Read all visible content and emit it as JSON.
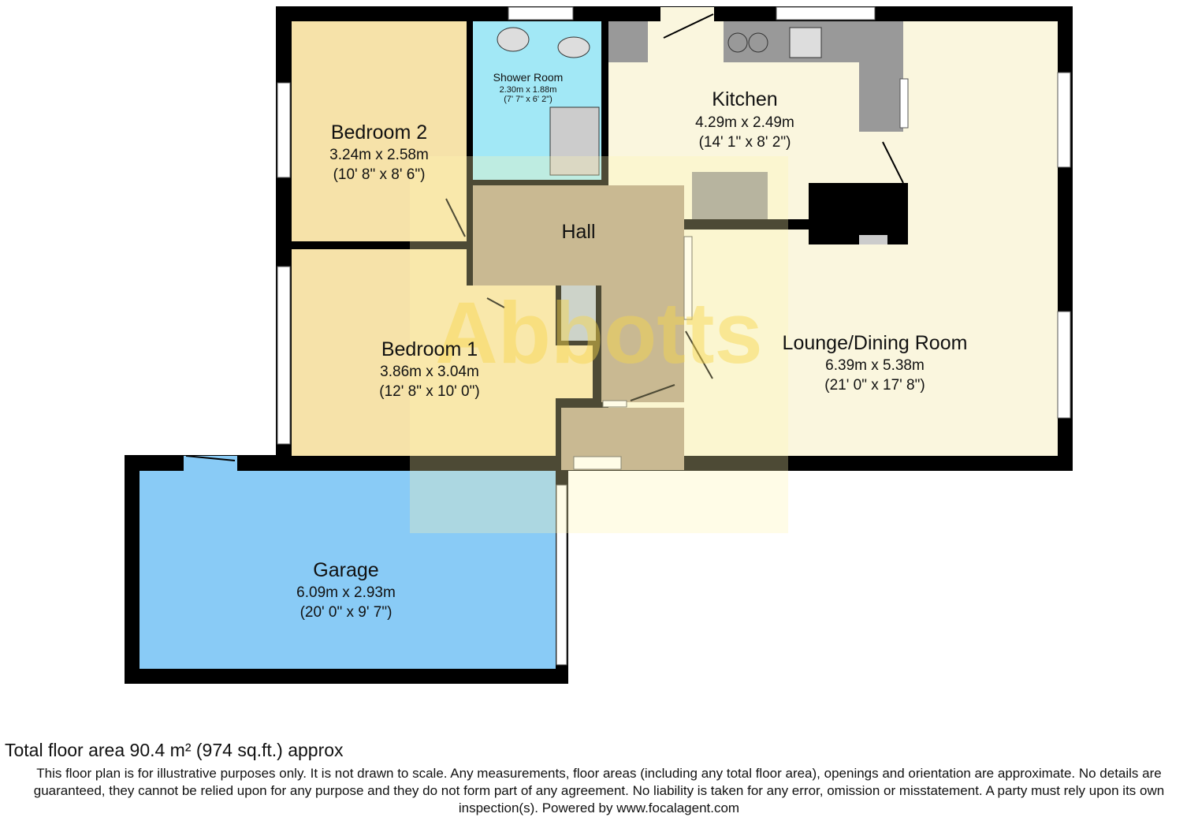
{
  "rooms": {
    "bedroom2": {
      "name": "Bedroom 2",
      "metric": "3.24m x 2.58m",
      "imperial": "(10' 8\" x 8' 6\")"
    },
    "shower": {
      "name": "Shower Room",
      "metric": "2.30m x 1.88m",
      "imperial": "(7' 7\" x 6' 2\")"
    },
    "kitchen": {
      "name": "Kitchen",
      "metric": "4.29m x 2.49m",
      "imperial": "(14' 1\" x 8' 2\")"
    },
    "hall": {
      "name": "Hall"
    },
    "bedroom1": {
      "name": "Bedroom 1",
      "metric": "3.86m x 3.04m",
      "imperial": "(12' 8\" x 10' 0\")"
    },
    "lounge": {
      "name": "Lounge/Dining Room",
      "metric": "6.39m x 5.38m",
      "imperial": "(21' 0\" x 17' 8\")"
    },
    "garage": {
      "name": "Garage",
      "metric": "6.09m x 2.93m",
      "imperial": "(20' 0\" x 9' 7\")"
    }
  },
  "watermark": "Abbotts",
  "footer": {
    "total": "Total floor area 90.4 m² (974 sq.ft.) approx",
    "disclaimer": "This floor plan is for illustrative purposes only. It is not drawn to scale. Any measurements, floor areas (including any total floor area), openings and orientation are approximate. No details are guaranteed, they cannot be relied upon for any purpose and they do not form part of any agreement. No liability is taken for any error, omission or misstatement. A party must rely upon its own inspection(s). Powered by www.focalagent.com"
  },
  "colors": {
    "bedroom": "#f6e2a9",
    "shower": "#a2e8f6",
    "living": "#faf6de",
    "hall": "#b29f86",
    "garage": "#89cbf6",
    "wall": "#000000"
  }
}
